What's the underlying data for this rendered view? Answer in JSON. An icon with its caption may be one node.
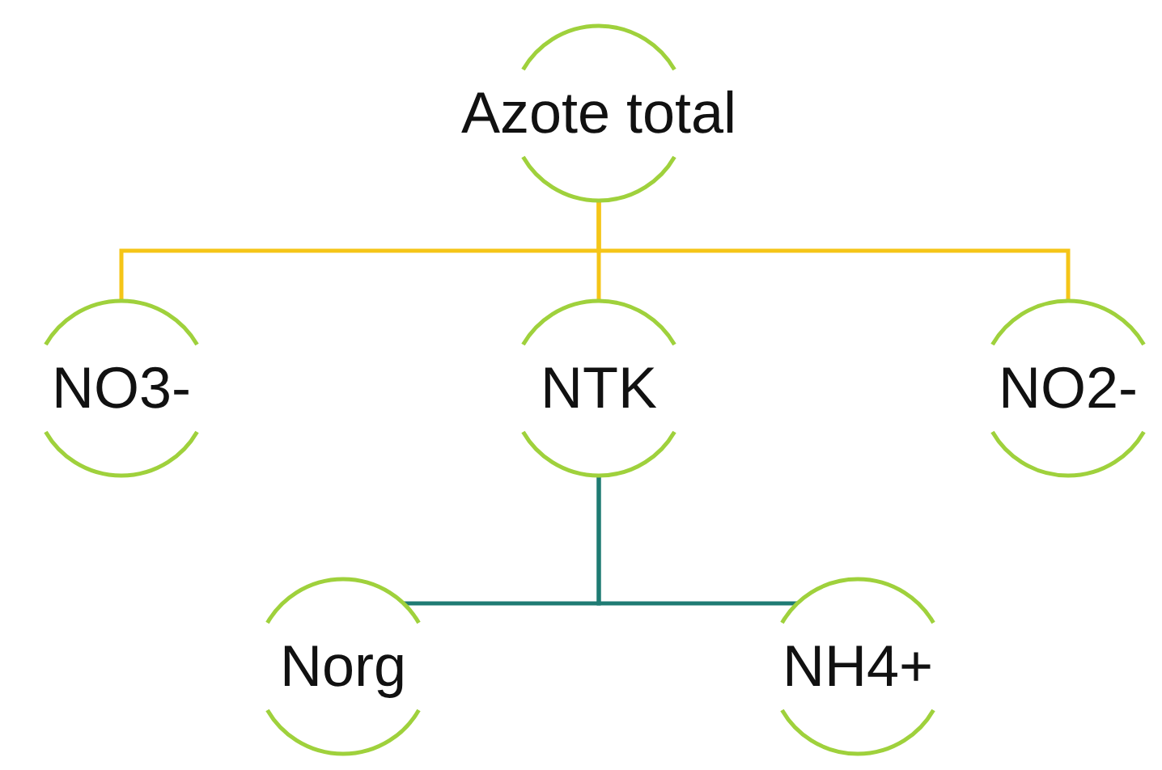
{
  "diagram": {
    "nodes": [
      {
        "text": [
          "Azote total"
        ]
      },
      {
        "text": [
          "NO3-"
        ]
      },
      {
        "text": [
          "NTK"
        ]
      },
      {
        "text": [
          "NO2-"
        ]
      },
      {
        "text": [
          "Norg"
        ]
      },
      {
        "text": [
          "NH4+"
        ]
      }
    ],
    "edges": [
      {
        "from": 0,
        "to": 1,
        "arrow": "none"
      },
      {
        "from": 0,
        "to": 2,
        "arrow": "none"
      },
      {
        "from": 0,
        "to": 3,
        "arrow": "none"
      },
      {
        "from": 2,
        "to": 4,
        "arrow": "none",
        "color": "#1e7b73"
      },
      {
        "from": 2,
        "to": 5,
        "arrow": "none",
        "color": "#1e7b73"
      }
    ]
  }
}
